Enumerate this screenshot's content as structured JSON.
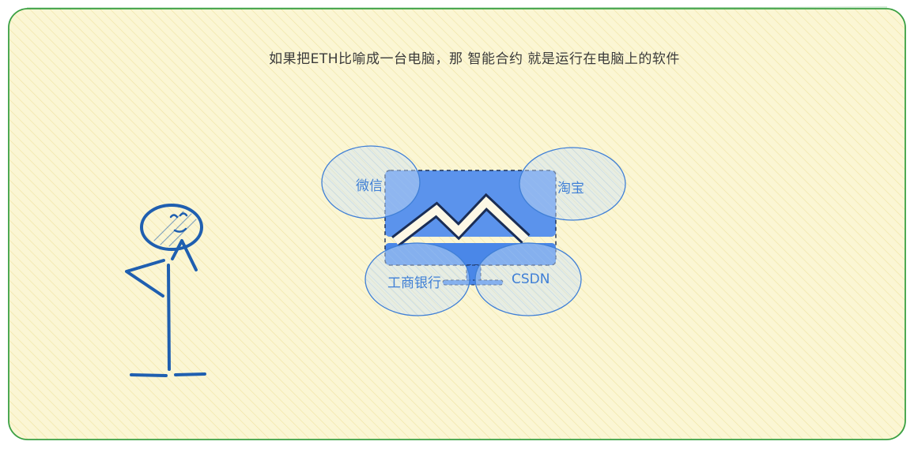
{
  "caption": "如果把ETH比喻成一台电脑，那 智能合约 就是运行在电脑上的软件",
  "apps": {
    "wechat": "微信",
    "taobao": "淘宝",
    "icbc": "工商银行",
    "csdn": "CSDN"
  },
  "colors": {
    "panel_fill": "#fbf6d4",
    "panel_border": "#3aa042",
    "monitor": "#4a87e8",
    "bubble_stroke": "#3f7fd6",
    "stick_figure": "#1f5fb0"
  }
}
